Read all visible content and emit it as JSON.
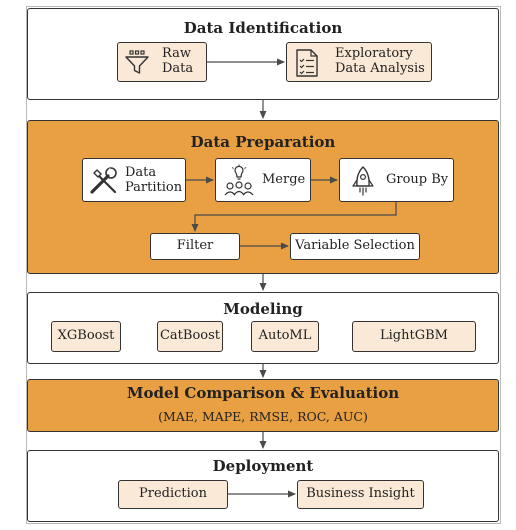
{
  "colors": {
    "accent_orange": "#e8a043",
    "box_cream": "#fbe9d7",
    "border": "#333333",
    "text": "#222222"
  },
  "identification": {
    "title": "Data Identification",
    "raw_data": {
      "line1": "Raw",
      "line2": "Data",
      "icon": "funnel-icon"
    },
    "eda": {
      "line1": "Exploratory",
      "line2": "Data Analysis",
      "icon": "checklist-icon"
    }
  },
  "preparation": {
    "title": "Data Preparation",
    "partition": {
      "line1": "Data",
      "line2": "Partition",
      "icon": "wrench-screwdriver-icon"
    },
    "merge": {
      "label": "Merge",
      "icon": "team-idea-icon"
    },
    "group_by": {
      "label": "Group By",
      "icon": "rocket-icon"
    },
    "filter": {
      "label": "Filter"
    },
    "variable_selection": {
      "label": "Variable Selection"
    }
  },
  "modeling": {
    "title": "Modeling",
    "models": [
      "XGBoost",
      "CatBoost",
      "AutoML",
      "LightGBM"
    ]
  },
  "comparison": {
    "title": "Model Comparison & Evaluation",
    "metrics": "(MAE, MAPE, RMSE, ROC, AUC)"
  },
  "deployment": {
    "title": "Deployment",
    "prediction": "Prediction",
    "business_insight": "Business Insight"
  }
}
